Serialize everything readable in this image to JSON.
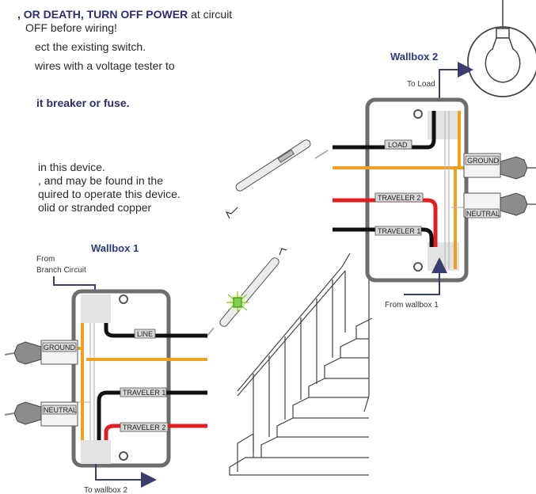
{
  "instructions": {
    "line1_bold": ", OR DEATH, TURN OFF POWER",
    "line1_rest": " at circuit",
    "line2": " OFF before wiring!",
    "line3": "ect the existing switch.",
    "line4": "wires with a voltage tester to",
    "line5_bold": "it breaker or fuse.",
    "line6": "in this device.",
    "line7": ", and may be found in the",
    "line8": "quired to operate this device.",
    "line9": "olid or stranded copper"
  },
  "wallbox1": {
    "title": "Wallbox 1",
    "from_label_1": "From",
    "from_label_2": "Branch Circuit",
    "to_label": "To wallbox 2",
    "tags": {
      "line": "LINE",
      "ground": "GROUND",
      "neutral": "NEUTRAL",
      "traveler1": "TRAVELER 1",
      "traveler2": "TRAVELER 2"
    }
  },
  "wallbox2": {
    "title": "Wallbox 2",
    "to_label": "To Load",
    "from_label": "From wallbox 1",
    "tags": {
      "load": "LOAD",
      "ground": "GROUND",
      "neutral": "NEUTRAL",
      "traveler2": "TRAVELER 2",
      "traveler1": "TRAVELER 1"
    }
  },
  "colors": {
    "box_border": "#6d6d6d",
    "ground_wire": "#f0a020",
    "hot_wire": "#111111",
    "red_wire": "#e02020",
    "accent_blue": "#2b3a7a"
  }
}
